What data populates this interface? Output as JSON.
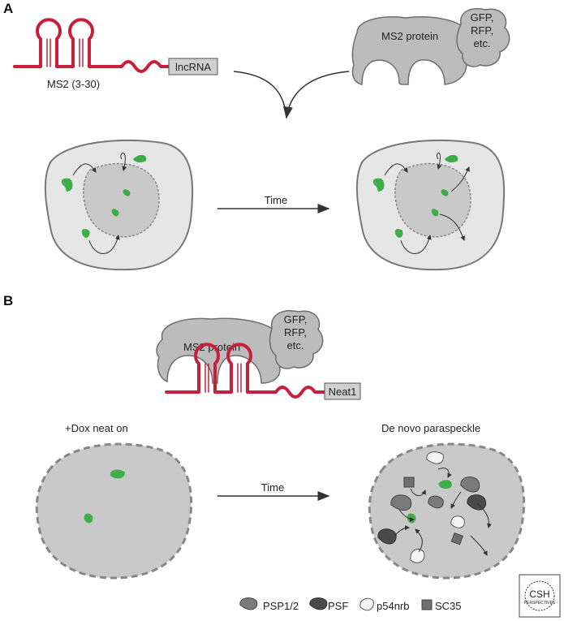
{
  "panel_a": {
    "label": "A",
    "ms2_label": "MS2 (3-30)",
    "rna_tag": "lncRNA",
    "protein_label": "MS2 protein",
    "fp_line1": "GFP,",
    "fp_line2": "RFP,",
    "fp_line3": "etc.",
    "time_label": "Time"
  },
  "panel_b": {
    "label": "B",
    "protein_label": "MS2 protein",
    "fp_line1": "GFP,",
    "fp_line2": "RFP,",
    "fp_line3": "etc.",
    "rna_tag": "Neat1",
    "left_caption": "+Dox neat on",
    "right_caption": "De novo paraspeckle",
    "time_label": "Time"
  },
  "legend": {
    "items": [
      {
        "label": "PSP1/2",
        "icon": "psp12-icon"
      },
      {
        "label": "PSF",
        "icon": "psf-icon"
      },
      {
        "label": "p54nrb",
        "icon": "p54nrb-icon"
      },
      {
        "label": "SC35",
        "icon": "sc35-icon"
      }
    ]
  },
  "logo": {
    "line1": "CSH",
    "line2": "PERSPECTIVES"
  },
  "colors": {
    "rna": "#c8203a",
    "green": "#3fae49",
    "cell_fill": "#e6e6e6",
    "nucleus_fill": "#c9c9c9",
    "protein_fill": "#bcbcbc",
    "dark_protein": "#4a4a4a"
  }
}
